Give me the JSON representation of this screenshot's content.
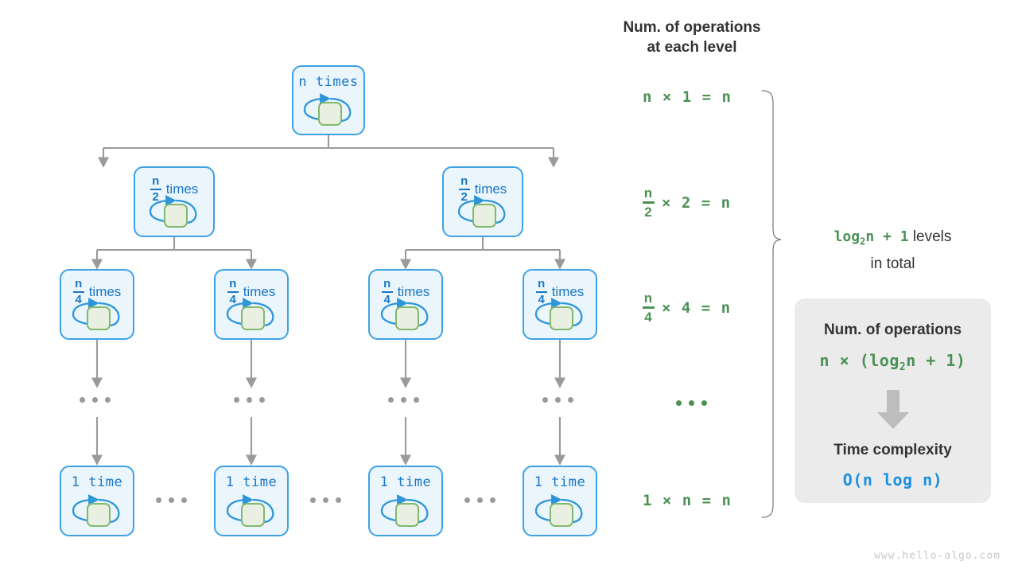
{
  "footer": {
    "url": "www.hello-algo.com"
  },
  "right_panel": {
    "header_line1": "Num. of operations",
    "header_line2": "at each level",
    "equations": [
      {
        "id": "level-1",
        "frac_num": "",
        "frac_den": "",
        "text": "n × 1 = n"
      },
      {
        "id": "level-2",
        "frac_num": "n",
        "frac_den": "2",
        "text": "× 2 = n"
      },
      {
        "id": "level-3",
        "frac_num": "n",
        "frac_den": "4",
        "text": "× 4 = n"
      },
      {
        "id": "level-dots",
        "frac_num": "",
        "frac_den": "",
        "text": "•••"
      },
      {
        "id": "level-last",
        "frac_num": "",
        "frac_den": "",
        "text": "1 × n = n"
      }
    ],
    "levels_formula": "log₂n + 1",
    "levels_suffix": "levels",
    "levels_line2": "in total"
  },
  "summary_card": {
    "title_ops": "Num. of operations",
    "formula_ops": "n × (log₂n + 1)",
    "arrow": "down-arrow-icon",
    "title_complexity": "Time complexity",
    "formula_complexity": "O(n log n)"
  },
  "tree": {
    "levels": [
      {
        "level": 1,
        "nodes": [
          {
            "id": "root",
            "label_mono": "n times",
            "frac_num": "",
            "frac_den": "",
            "word": ""
          }
        ]
      },
      {
        "level": 2,
        "nodes": [
          {
            "id": "l2-a",
            "label_mono": "",
            "frac_num": "n",
            "frac_den": "2",
            "word": "times"
          },
          {
            "id": "l2-b",
            "label_mono": "",
            "frac_num": "n",
            "frac_den": "2",
            "word": "times"
          }
        ]
      },
      {
        "level": 3,
        "nodes": [
          {
            "id": "l3-a",
            "label_mono": "",
            "frac_num": "n",
            "frac_den": "4",
            "word": "times"
          },
          {
            "id": "l3-b",
            "label_mono": "",
            "frac_num": "n",
            "frac_den": "4",
            "word": "times"
          },
          {
            "id": "l3-c",
            "label_mono": "",
            "frac_num": "n",
            "frac_den": "4",
            "word": "times"
          },
          {
            "id": "l3-d",
            "label_mono": "",
            "frac_num": "n",
            "frac_den": "4",
            "word": "times"
          }
        ]
      },
      {
        "level": 4,
        "nodes": [
          {
            "id": "l4-a",
            "label_mono": "1 time",
            "frac_num": "",
            "frac_den": "",
            "word": ""
          },
          {
            "id": "l4-b",
            "label_mono": "1 time",
            "frac_num": "",
            "frac_den": "",
            "word": ""
          },
          {
            "id": "l4-c",
            "label_mono": "1 time",
            "frac_num": "",
            "frac_den": "",
            "word": ""
          },
          {
            "id": "l4-d",
            "label_mono": "1 time",
            "frac_num": "",
            "frac_den": "",
            "word": ""
          }
        ]
      }
    ]
  },
  "colors": {
    "node_fill": "#eaf5fc",
    "node_border": "#3ea2e4",
    "inner_fill": "#e9f0e2",
    "inner_border": "#82b86d",
    "label_blue": "#1b77c4",
    "green": "#4b9154",
    "blue_accent": "#1b8fe0",
    "connector_gray": "#9a9a9a",
    "card_bg": "#ebebeb",
    "heading": "#333333"
  }
}
